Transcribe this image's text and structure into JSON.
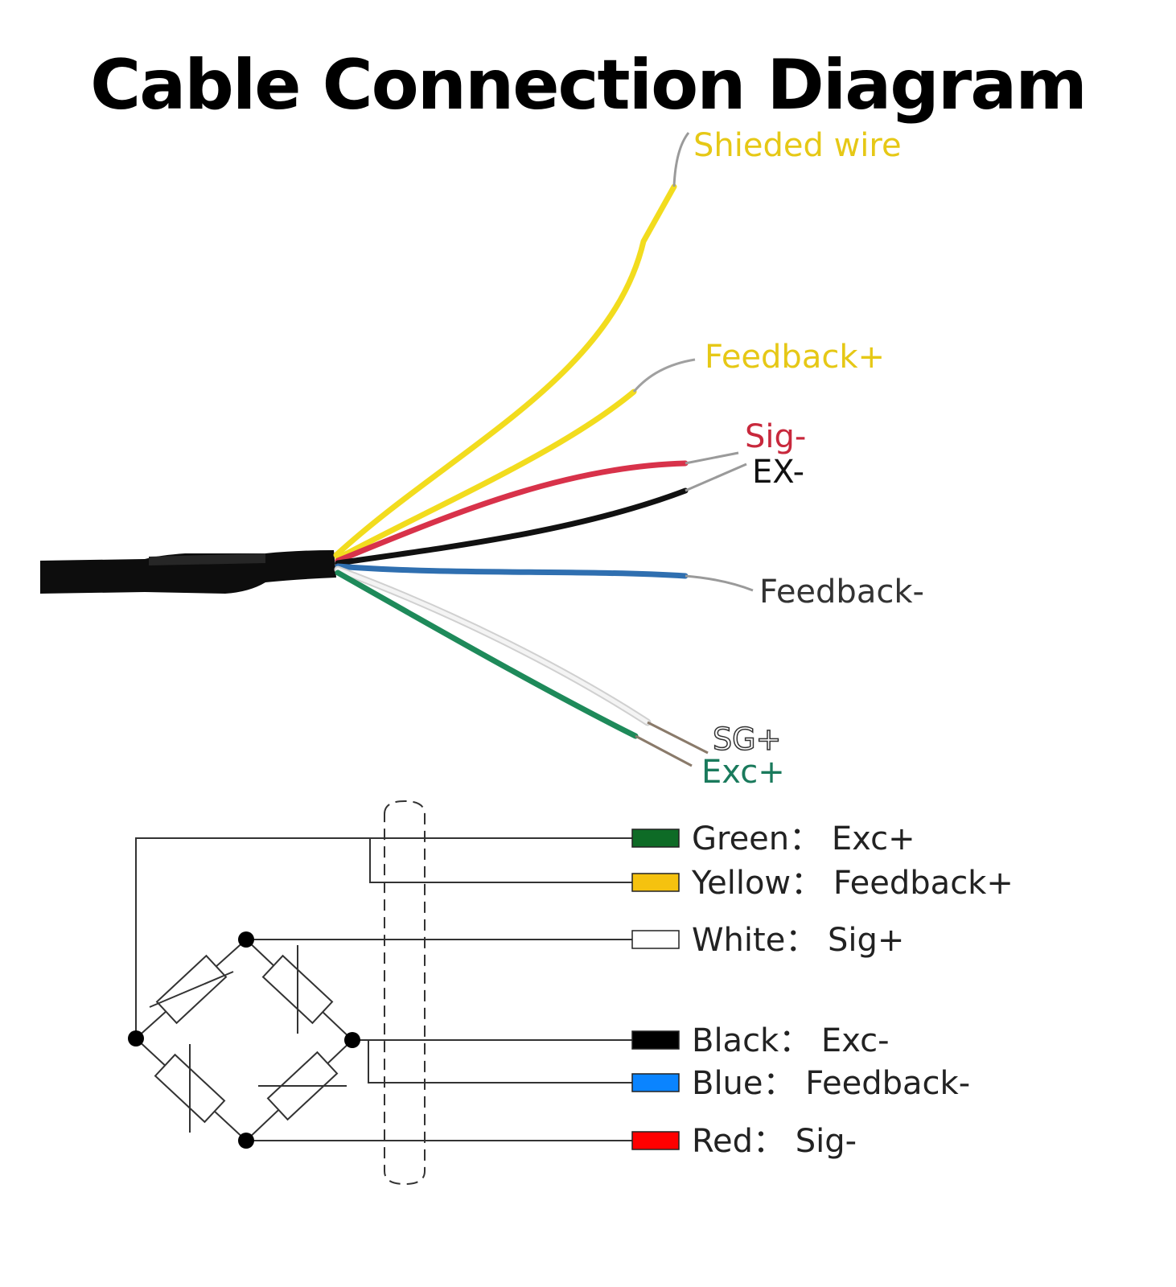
{
  "title": "Cable Connection Diagram",
  "colors": {
    "yellow": "#f2dc1e",
    "yellow_label": "#e6c816",
    "red": "#d8324a",
    "red_label": "#c8283c",
    "black": "#111111",
    "blue": "#2f6fb0",
    "white_wire": "#eeeeee",
    "green": "#1e8a5a",
    "green_label": "#1a7a5c"
  },
  "wire_labels": {
    "shielded": "Shieded wire",
    "feedback_plus": "Feedback+",
    "sig_minus": "Sig-",
    "ex_minus": "EX-",
    "feedback_minus": "Feedback-",
    "sg_plus": "SG+",
    "exc_plus": "Exc+"
  },
  "legend": [
    {
      "color": "#0e6b26",
      "color_name": "Green",
      "sep": "：",
      "function": "Exc+"
    },
    {
      "color": "#f5c20f",
      "color_name": "Yellow",
      "sep": "：",
      "function": "Feedback+"
    },
    {
      "color": "#ffffff",
      "color_name": "White",
      "sep": "：",
      "function": "Sig+"
    },
    {
      "color": "#000000",
      "color_name": "Black",
      "sep": "：",
      "function": "Exc-"
    },
    {
      "color": "#0a84ff",
      "color_name": "Blue",
      "sep": "：",
      "function": "Feedback-"
    },
    {
      "color": "#ff0000",
      "color_name": "Red",
      "sep": "：",
      "function": "Sig-"
    }
  ]
}
